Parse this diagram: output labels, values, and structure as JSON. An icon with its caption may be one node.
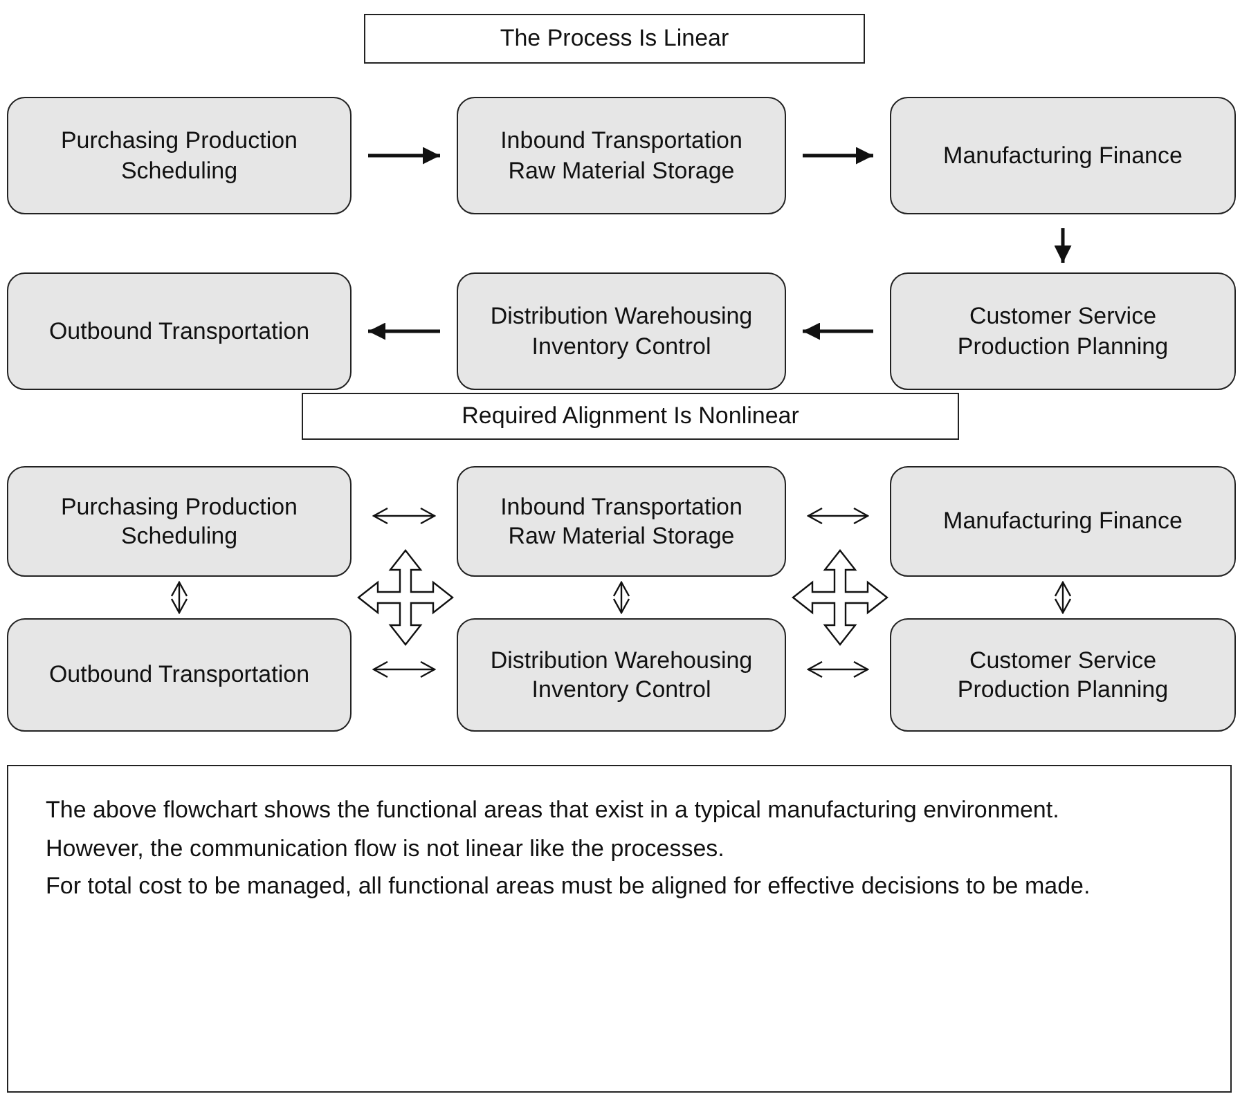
{
  "diagram": {
    "nodes": [
      {
        "text": [
          "The Process Is Linear"
        ]
      },
      {
        "text": [
          "Purchasing Production Scheduling"
        ]
      },
      {
        "text": [
          "Inbound Transportation Raw Material Storage"
        ]
      },
      {
        "text": [
          "Manufacturing Finance"
        ]
      },
      {
        "text": [
          "Outbound Transportation"
        ]
      },
      {
        "text": [
          "Distribution Warehousing Inventory Control"
        ]
      },
      {
        "text": [
          "Customer Service Production Planning"
        ]
      },
      {
        "text": [
          "Required Alignment Is Nonlinear"
        ]
      },
      {
        "text": [
          "Purchasing Production Scheduling"
        ]
      },
      {
        "text": [
          "Inbound Transportation Raw Material Storage"
        ]
      },
      {
        "text": [
          "Manufacturing Finance"
        ]
      },
      {
        "text": [
          "Outbound Transportation"
        ]
      },
      {
        "text": [
          "Distribution Warehousing Inventory Control"
        ]
      },
      {
        "text": [
          "Customer Service Production Planning"
        ]
      },
      {
        "text": [
          "The above flowchart shows the functional areas that exist in a typical manufacturing environment. However, the communication flow is not linear like the processes.",
          "For total cost to be managed, all functional areas must be aligned for effective decisions to be made."
        ]
      }
    ],
    "edges": [
      {
        "from": 1,
        "to": 2,
        "arrow": "to"
      },
      {
        "from": 2,
        "to": 3,
        "arrow": "to"
      },
      {
        "from": 3,
        "to": 6,
        "arrow": "to"
      },
      {
        "from": 6,
        "to": 5,
        "arrow": "to"
      },
      {
        "from": 5,
        "to": 4,
        "arrow": "to"
      },
      {
        "from": 8,
        "to": 9,
        "arrow": "both"
      },
      {
        "from": 9,
        "to": 10,
        "arrow": "both"
      },
      {
        "from": 8,
        "to": 11,
        "arrow": "both"
      },
      {
        "from": 9,
        "to": 12,
        "arrow": "both"
      },
      {
        "from": 10,
        "to": 13,
        "arrow": "both"
      },
      {
        "from": 11,
        "to": 12,
        "arrow": "both"
      },
      {
        "from": 12,
        "to": 13,
        "arrow": "both"
      }
    ]
  }
}
